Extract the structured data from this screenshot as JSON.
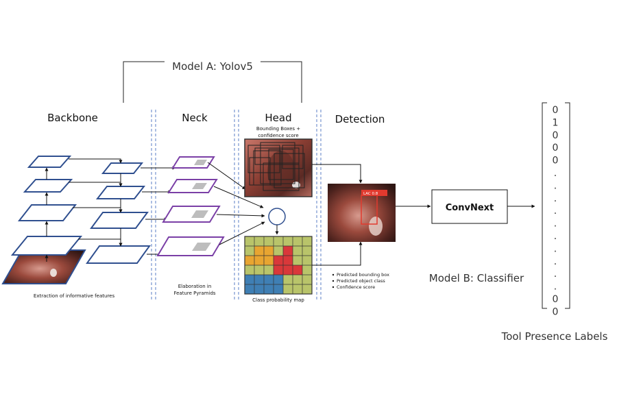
{
  "model_a": {
    "label": "Model A: Yolov5"
  },
  "model_b": {
    "label": "Model B: Classifier"
  },
  "sections": {
    "backbone": "Backbone",
    "neck": "Neck",
    "head": "Head",
    "detection": "Detection"
  },
  "backbone": {
    "caption": "Extraction of informative features"
  },
  "neck": {
    "caption_line1": "Elaboration in",
    "caption_line2": "Feature Pyramids"
  },
  "head": {
    "bbox_caption_line1": "Bounding Boxes +",
    "bbox_caption_line2": "confidence score",
    "class_map_caption": "Class probability map"
  },
  "detection": {
    "bullets": [
      "Predicted bounding box",
      "Predicted object class",
      "Confidence score"
    ],
    "box_tag": "LAC 0.8"
  },
  "classifier": {
    "name": "ConvNext"
  },
  "output": {
    "values": [
      "0",
      "1",
      "0",
      "0",
      "0",
      ".",
      ".",
      ".",
      ".",
      ".",
      ".",
      ".",
      ".",
      ".",
      ".",
      "0",
      "0"
    ],
    "caption": "Tool Presence Labels"
  },
  "colors": {
    "backbone_plane": "#2f4f8f",
    "neck_plane": "#7a3fa6",
    "section_divider": "#5a7ec4",
    "grid_green": "#b9c46a",
    "grid_orange": "#e8a531",
    "grid_red": "#d9383a",
    "grid_blue": "#3f7fb4",
    "tissue": "#9a4b3c"
  }
}
